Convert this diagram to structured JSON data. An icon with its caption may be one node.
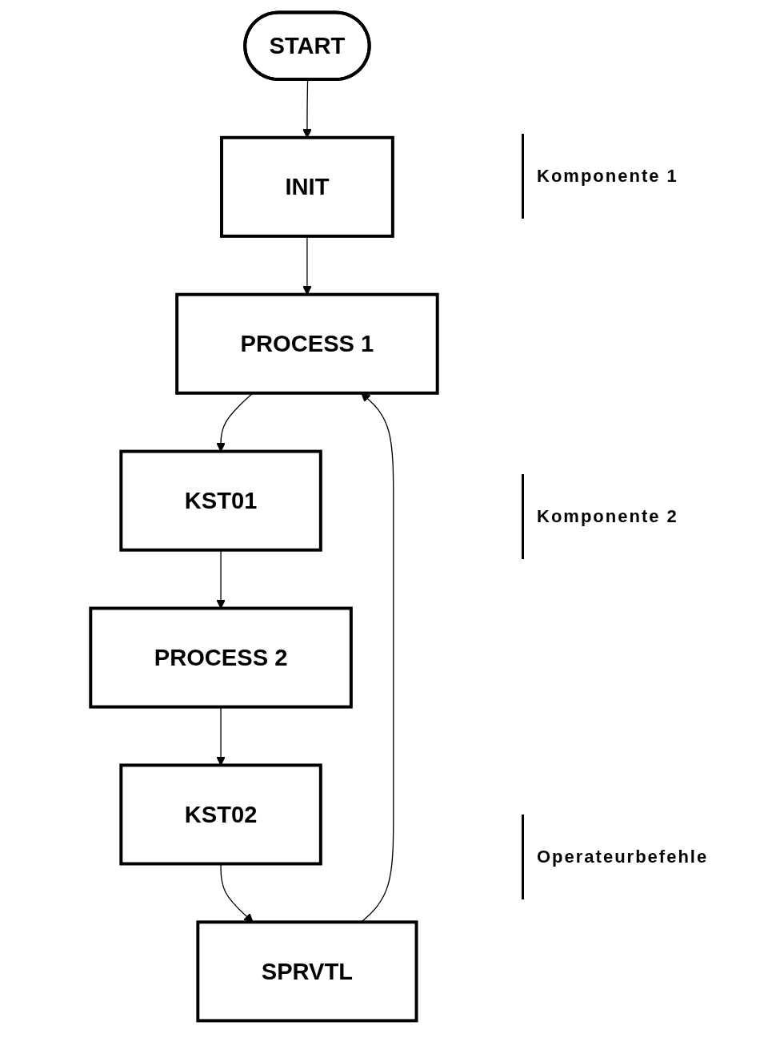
{
  "diagram": {
    "nodes": [
      {
        "text": [
          "START"
        ]
      },
      {
        "text": [
          "INIT"
        ]
      },
      {
        "text": [
          "PROCESS 1"
        ]
      },
      {
        "text": [
          "KST01"
        ]
      },
      {
        "text": [
          "PROCESS 2"
        ]
      },
      {
        "text": [
          "KST02"
        ]
      },
      {
        "text": [
          "SPRVTL"
        ]
      }
    ],
    "edges": [
      {
        "from": 0,
        "to": 1,
        "arrow": "to"
      },
      {
        "from": 1,
        "to": 2,
        "arrow": "to"
      },
      {
        "from": 2,
        "to": 3,
        "arrow": "to"
      },
      {
        "from": 3,
        "to": 4,
        "arrow": "to"
      },
      {
        "from": 4,
        "to": 5,
        "arrow": "to"
      },
      {
        "from": 5,
        "to": 6,
        "arrow": "to"
      },
      {
        "from": 6,
        "to": 2,
        "arrow": "to"
      }
    ],
    "labels": [
      "Komponente 1",
      "Komponente 2",
      "Operateurbefehle"
    ]
  }
}
